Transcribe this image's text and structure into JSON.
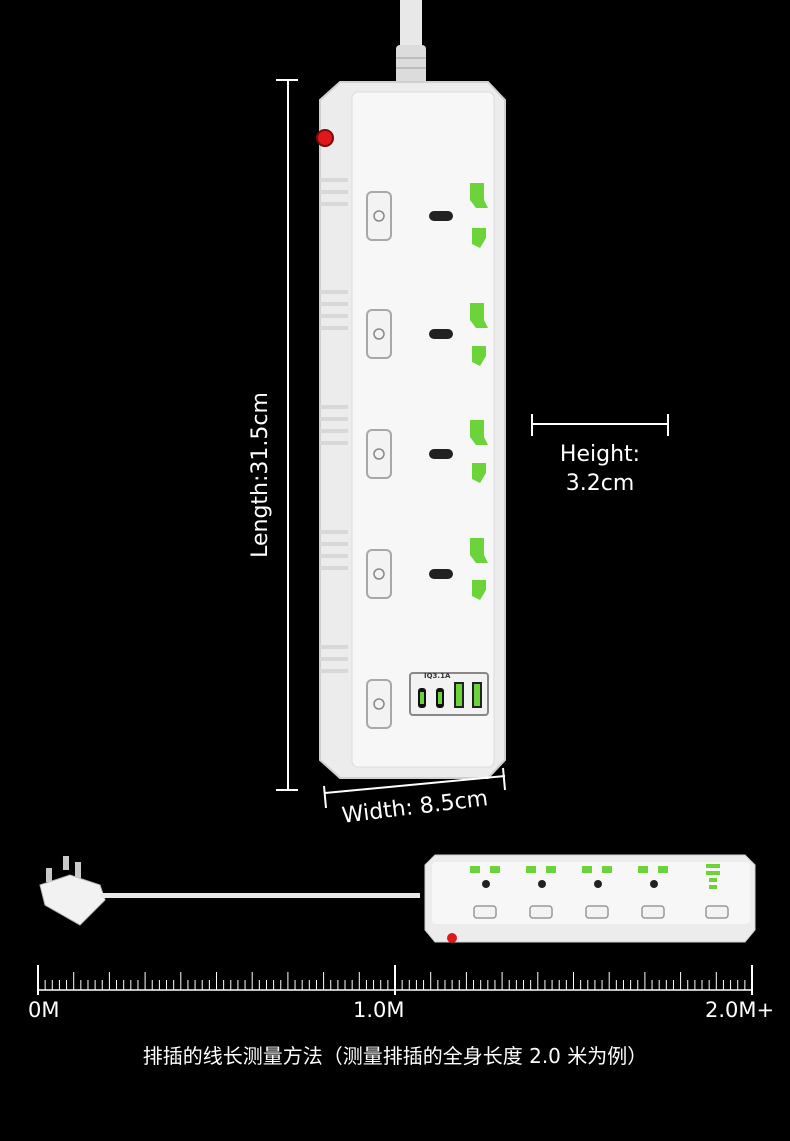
{
  "dimensions": {
    "length_label": "Length:31.5cm",
    "height_label_line1": "Height:",
    "height_label_line2": "3.2cm",
    "width_label": "Width: 8.5cm"
  },
  "usb_panel_label": "IQ3.1A",
  "scale": {
    "start_label": "0M",
    "mid_label": "1.0M",
    "end_label": "2.0M+"
  },
  "caption": "排插的线长测量方法（测量排插的全身长度 2.0 米为例）",
  "colors": {
    "background": "#000000",
    "body": "#f1f1f1",
    "accent_green": "#6cd33a",
    "switch_red": "#e01818"
  }
}
